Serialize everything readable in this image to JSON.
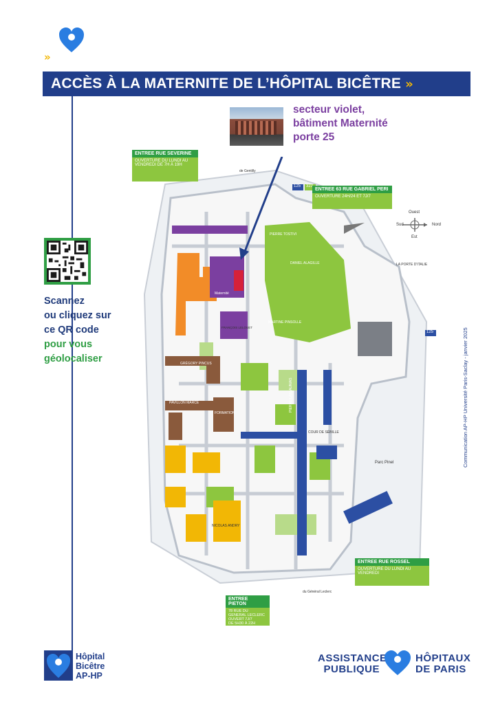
{
  "title": "ACCÈS À LA MATERNITE DE  L’HÔPITAL BICÊTRE",
  "destination": {
    "line1": "secteur violet,",
    "line2": "bâtiment Maternité",
    "line3": "porte 25"
  },
  "qr_text": {
    "line1": "Scannez",
    "line2": "ou cliquez sur",
    "line3": "ce QR code",
    "line4": "pour vous",
    "line5": "géolocaliser"
  },
  "entrances": {
    "severine": {
      "title": "ENTREE RUE SEVERINE",
      "text": "OUVERTURE DU LUNDI AU VENDREDI DE 7H À 19H"
    },
    "peri": {
      "title": "ENTREE 63 RUE GABRIEL PERI",
      "text": "OUVERTURE 24H/24 ET 7J/7"
    },
    "rossel": {
      "title": "ENTREE RUE ROSSEL",
      "text": "OUVERTURE DU LUNDI AU VENDREDI"
    },
    "pieton": {
      "title": "ENTREE PIETON",
      "address": "78 RUE DU GENERAL LECLERC",
      "hours_line1": "OUVERT 7J/7",
      "hours_line2": "DE 5H30 À 22H"
    }
  },
  "buildings": {
    "maternite": "Maternité",
    "pierre_lasjaunias": "PIERRE LASJAUNIAS",
    "francois_lelouet": "FRANÇOIS LELOUET",
    "gregory_pincus": "GRÉGORY PINCUS",
    "pavillon_marce": "PAVILLON MARCE",
    "formation": "FORMATION",
    "nicolas_andry": "NICOLAS ANDRY",
    "cour_de_sebille": "COUR DE SÉBILLE",
    "daniel_alagille": "DANIEL ALAGILLE",
    "pierre_tostivi": "PIERRE TOSTIVI",
    "martine_pinsolle": "MARTINE PINSOLLE"
  },
  "streets": {
    "gentilly": "de Gentilly",
    "parc_pinel": "Parc Pinel",
    "porte_italie": "LA PORTE D'ITALIE",
    "av_general_leclerc": "du Général Leclerc"
  },
  "compass": {
    "north": "Nord",
    "south": "Sud",
    "east": "Est",
    "west": "Ouest"
  },
  "route_badges": [
    "125",
    "323",
    "125"
  ],
  "footer": {
    "hospital_line1": "Hôpital",
    "hospital_line2": "Bicêtre",
    "hospital_line3": "AP-HP",
    "aphp_left_line1": "ASSISTANCE",
    "aphp_left_line2": "PUBLIQUE",
    "aphp_right_line1": "HÔPITAUX",
    "aphp_right_line2": "DE PARIS"
  },
  "credit": "Communication AP-HP Université Paris-Saclay - janvier 2025",
  "colors": {
    "navy": "#213e8a",
    "yellow": "#f2b705",
    "violet": "#7b3fa0",
    "green": "#8dc63f",
    "orange": "#f28c28",
    "blue_sector": "#2c4fa3",
    "brown": "#8a5a3c"
  }
}
